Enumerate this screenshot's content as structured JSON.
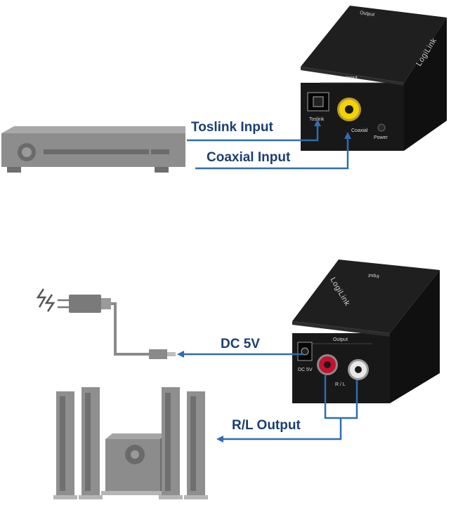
{
  "connections": {
    "toslink_input": "Toslink Input",
    "coaxial_input": "Coaxial Input",
    "dc_5v": "DC 5V",
    "rl_output": "R/L Output"
  },
  "converter_top": {
    "brand": "LogiLink",
    "input_label": "Input",
    "toslink_port_label": "Toslink",
    "coaxial_port_label": "Coaxial",
    "power_label": "Power",
    "rear_label": "Output"
  },
  "converter_bottom": {
    "brand": "LogiLink",
    "output_label": "Output",
    "dc_label": "DC 5V",
    "rl_label": "R / L",
    "rear_label": "Input"
  },
  "colors": {
    "wire": "#2f6db0",
    "label": "#1b3f73",
    "device_body": "#141414",
    "player_gray": "#8a8a8a",
    "coax_yellow": "#f2d200",
    "rca_red": "#c8102e",
    "rca_white": "#e8e8e8"
  },
  "icons": [
    "dvd-player-icon",
    "converter-box-icon",
    "power-plug-icon",
    "electricity-icon",
    "speaker-system-icon"
  ]
}
